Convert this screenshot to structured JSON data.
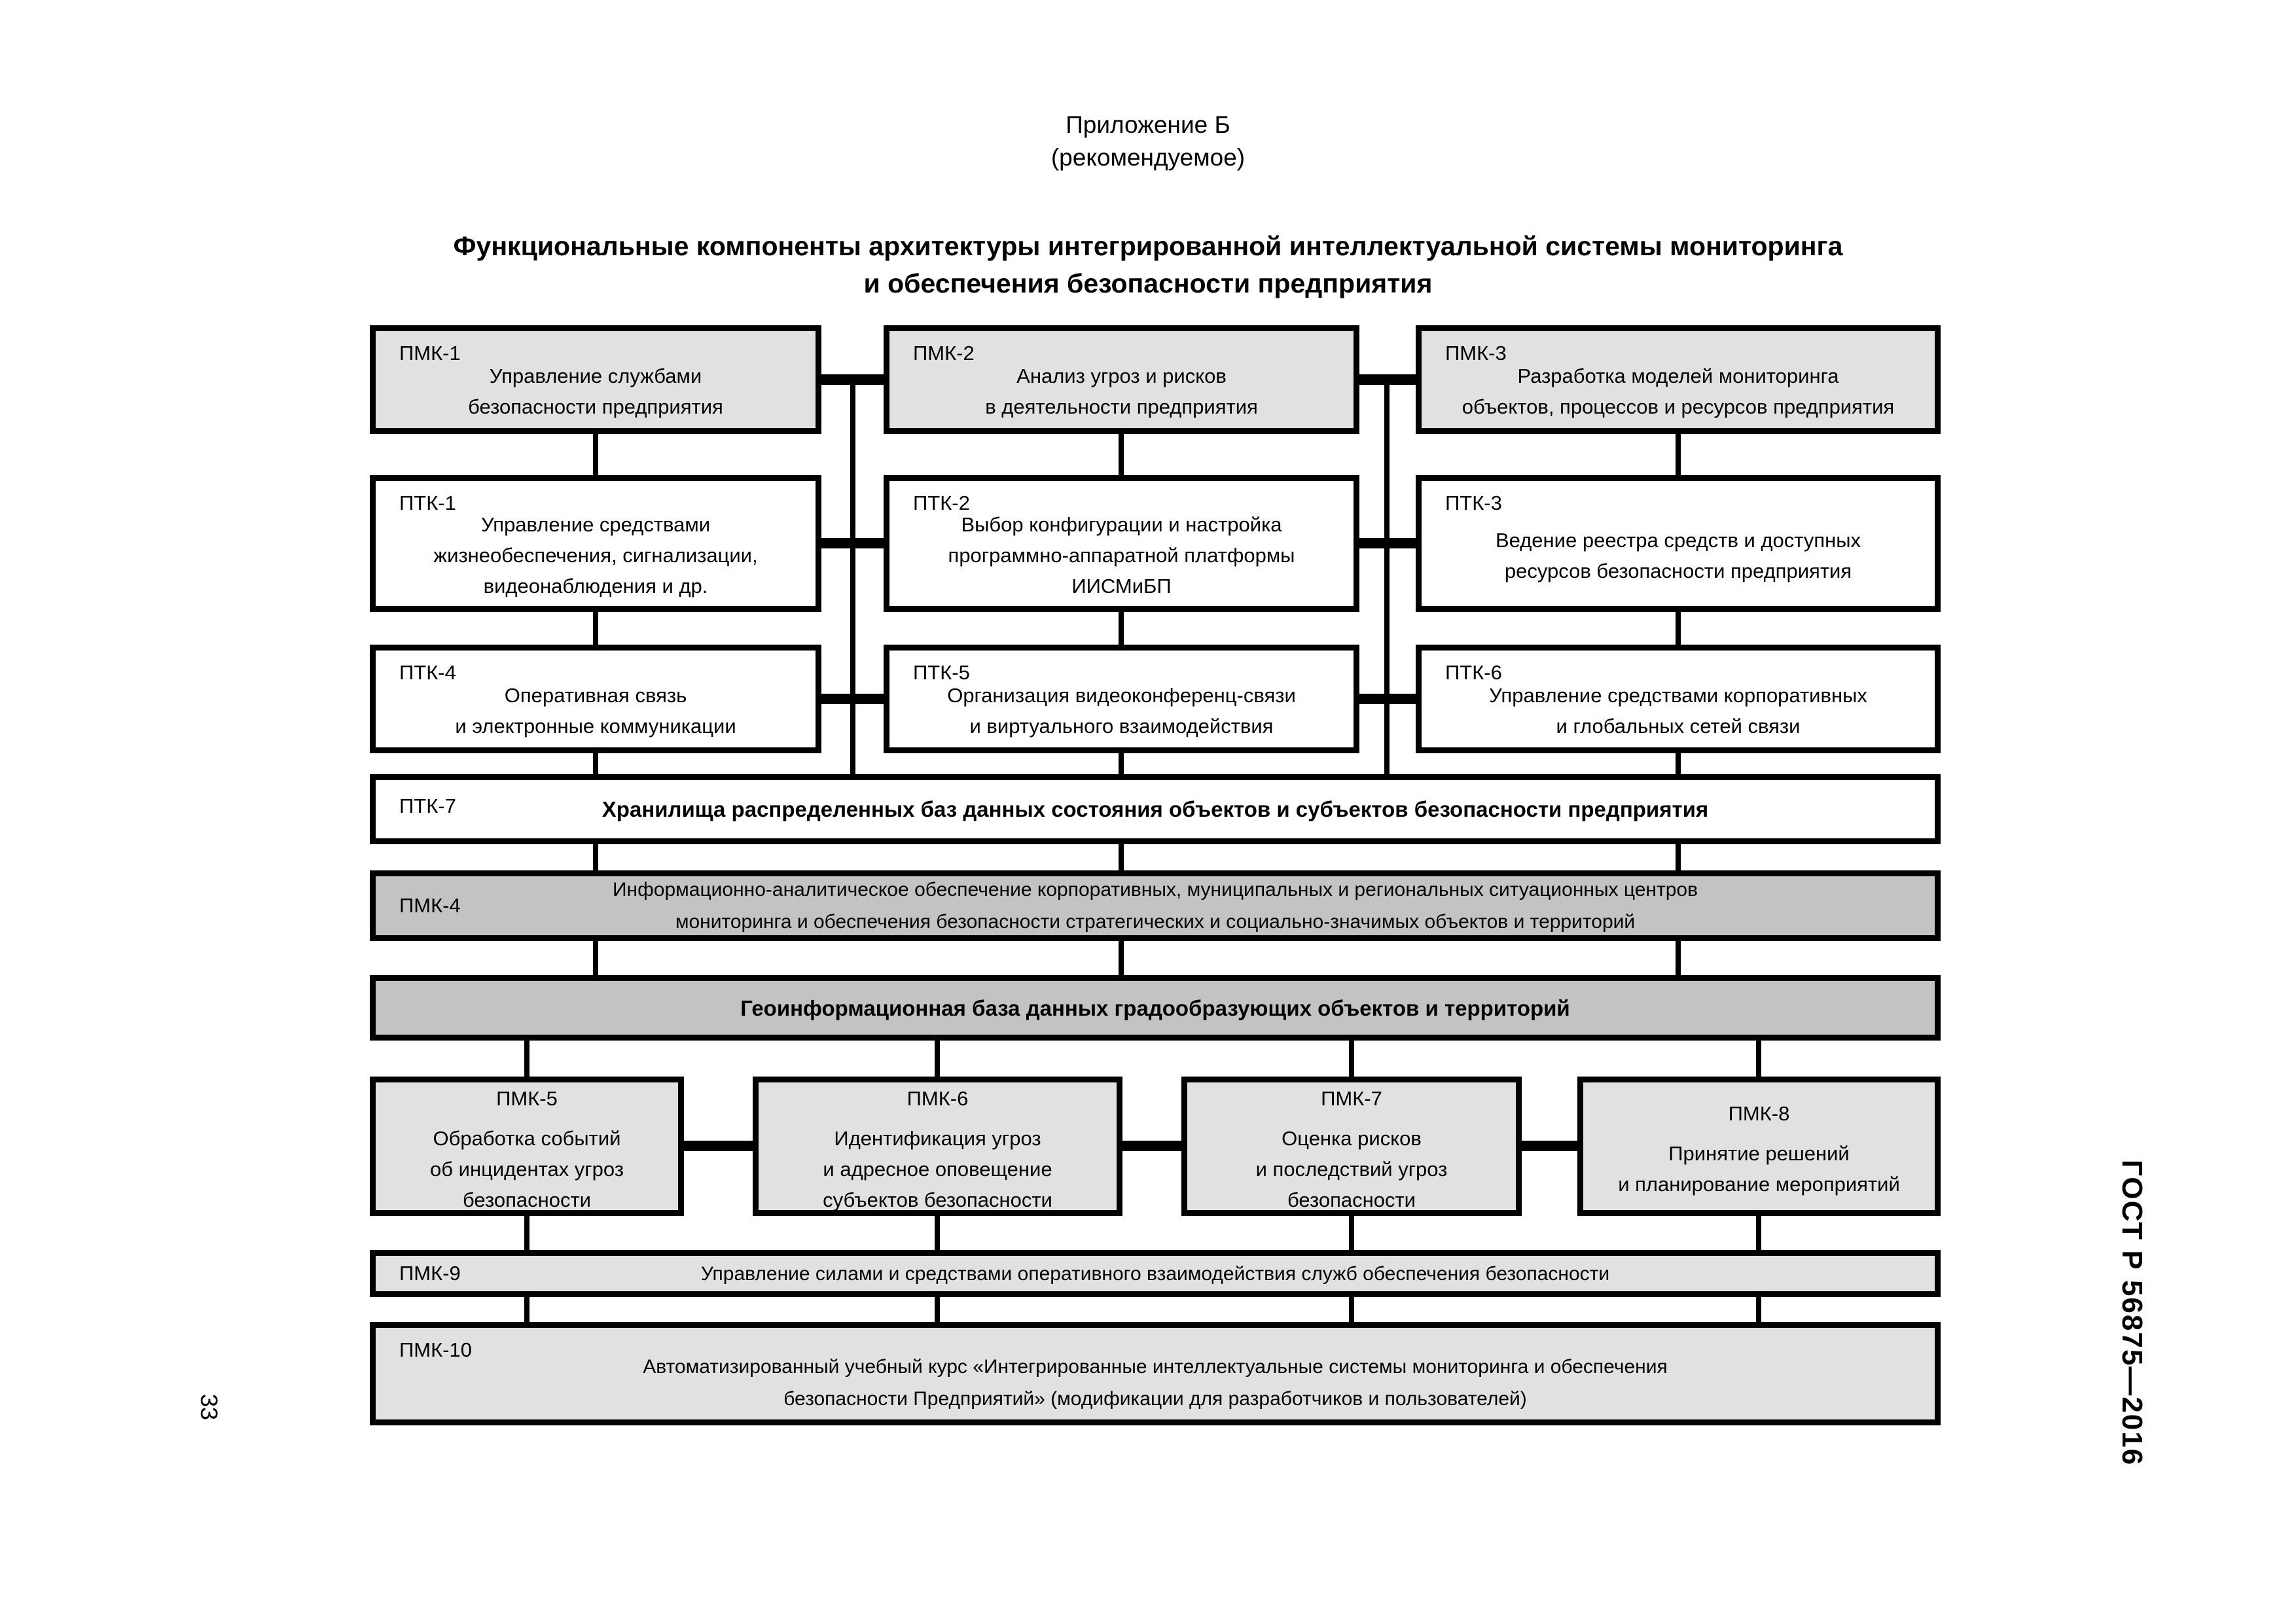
{
  "header": {
    "appendix": "Приложение Б",
    "appendix_note": "(рекомендуемое)",
    "title_line1": "Функциональные компоненты архитектуры интегрированной интеллектуальной системы мониторинга",
    "title_line2": "и обеспечения безопасности предприятия"
  },
  "margins": {
    "standard_ref": "ГОСТ Р 56875—2016",
    "page_number": "33"
  },
  "colors": {
    "box_light": "#e1e1e1",
    "box_medium": "#c3c3c3",
    "box_white": "#ffffff",
    "line": "#000000"
  },
  "boxes": {
    "pmk1": {
      "label": "ПМК-1",
      "lines": [
        "Управление службами",
        "безопасности предприятия"
      ]
    },
    "pmk2": {
      "label": "ПМК-2",
      "lines": [
        "Анализ угроз и рисков",
        "в деятельности предприятия"
      ]
    },
    "pmk3": {
      "label": "ПМК-3",
      "lines": [
        "Разработка моделей мониторинга",
        "объектов, процессов и ресурсов предприятия"
      ]
    },
    "ptk1": {
      "label": "ПТК-1",
      "lines": [
        "Управление средствами",
        "жизнеобеспечения, сигнализации,",
        "видеонаблюдения и др."
      ]
    },
    "ptk2": {
      "label": "ПТК-2",
      "lines": [
        "Выбор конфигурации и настройка",
        "программно-аппаратной платформы",
        "ИИСМиБП"
      ]
    },
    "ptk3": {
      "label": "ПТК-3",
      "lines": [
        "Ведение реестра средств и доступных",
        "ресурсов безопасности предприятия"
      ]
    },
    "ptk4": {
      "label": "ПТК-4",
      "lines": [
        "Оперативная связь",
        "и электронные коммуникации"
      ]
    },
    "ptk5": {
      "label": "ПТК-5",
      "lines": [
        "Организация видеоконференц-связи",
        "и виртуального взаимодействия"
      ]
    },
    "ptk6": {
      "label": "ПТК-6",
      "lines": [
        "Управление средствами корпоративных",
        "и глобальных сетей связи"
      ]
    },
    "ptk7": {
      "label": "ПТК-7",
      "line": "Хранилища распределенных баз данных состояния объектов и субъектов безопасности предприятия"
    },
    "pmk4": {
      "label": "ПМК-4",
      "lines": [
        "Информационно-аналитическое обеспечение корпоративных, муниципальных и региональных ситуационных центров",
        "мониторинга и обеспечения безопасности стратегических и социально-значимых объектов и территорий"
      ]
    },
    "gis": {
      "line": "Геоинформационная база данных градообразующих объектов и территорий"
    },
    "pmk5": {
      "label": "ПМК-5",
      "lines": [
        "Обработка событий",
        "об инцидентах угроз",
        "безопасности"
      ]
    },
    "pmk6": {
      "label": "ПМК-6",
      "lines": [
        "Идентификация угроз",
        "и адресное оповещение",
        "субъектов безопасности"
      ]
    },
    "pmk7": {
      "label": "ПМК-7",
      "lines": [
        "Оценка рисков",
        "и последствий угроз",
        "безопасности"
      ]
    },
    "pmk8": {
      "label": "ПМК-8",
      "lines": [
        "Принятие решений",
        "и планирование мероприятий"
      ]
    },
    "pmk9": {
      "label": "ПМК-9",
      "line": "Управление силами и средствами оперативного взаимодействия служб обеспечения безопасности"
    },
    "pmk10": {
      "label": "ПМК-10",
      "lines": [
        "Автоматизированный учебный курс «Интегрированные интеллектуальные системы мониторинга и обеспечения",
        "безопасности Предприятий» (модификации для разработчиков и пользователей)"
      ]
    }
  }
}
